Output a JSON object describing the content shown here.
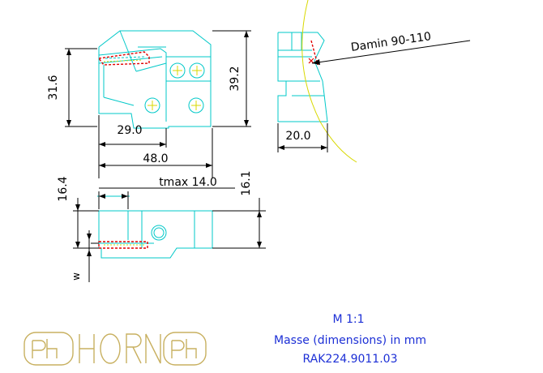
{
  "dimensions": {
    "height_left": "31.6",
    "height_right": "39.2",
    "width_29": "29.0",
    "width_48": "48.0",
    "tmax": "tmax 14.0",
    "h_16_4": "16.4",
    "h_16_1": "16.1",
    "w": "w",
    "side_width": "20.0"
  },
  "callout": {
    "label": "Damin 90-110"
  },
  "notes": {
    "scale": "M 1:1",
    "units": "Masse (dimensions) in mm",
    "part_number": "RAK224.9011.03"
  },
  "logo": {
    "text": "HORN"
  },
  "colors": {
    "outline": "#00c8c8",
    "dimension": "#000000",
    "note": "#1c2fd6",
    "yellow": "#d8d800",
    "red": "#e00000",
    "logo": "#c8b060"
  }
}
